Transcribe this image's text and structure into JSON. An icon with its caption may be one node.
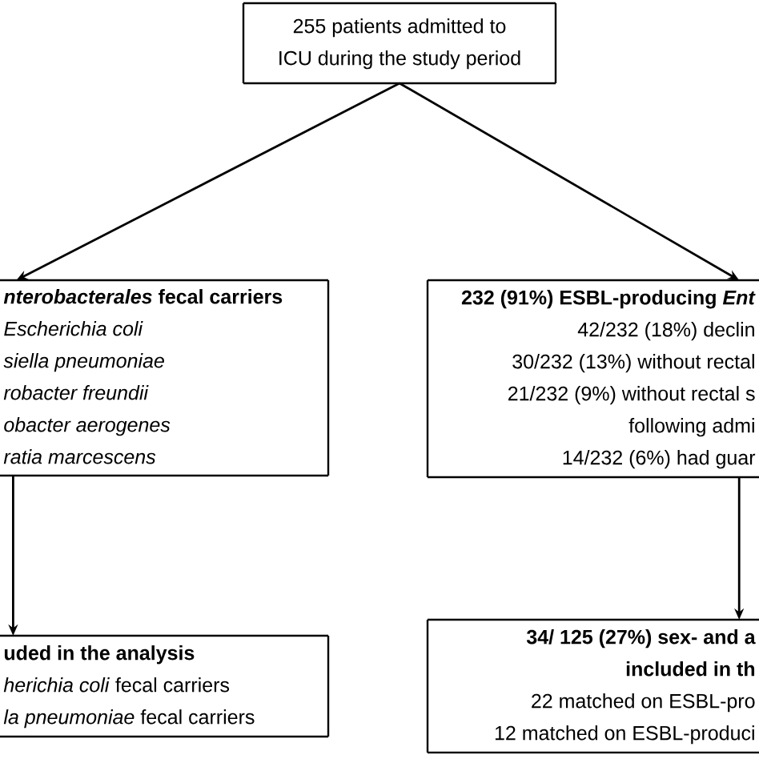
{
  "diagram": {
    "nodes": [
      {
        "text": [
          "255 patients admitted to",
          "ICU during the study period"
        ]
      },
      {
        "text": [
          "*nterobacterales* fecal carriers",
          "Escherichia coli",
          "siella pneumoniae",
          "robacter freundii",
          "obacter aerogenes",
          "ratia marcescens"
        ]
      },
      {
        "text": [
          "232 (91%) ESBL-producing *Ent*",
          "42/232 (18%) declin",
          "30/232 (13%) without rectal",
          "21/232 (9%) without rectal s",
          "following admi",
          "14/232 (6%) had guar"
        ]
      },
      {
        "text": [
          "uded in the analysis",
          "*herichia coli* fecal carriers",
          "*la pneumoniae* fecal carriers"
        ]
      },
      {
        "text": [
          "34/ 125 (27%) sex- and a",
          "included in th",
          "22 matched on ESBL-pro",
          "12 matched on ESBL-produci"
        ]
      }
    ],
    "edges": [
      {
        "from": 0,
        "to": 1,
        "arrow": "to"
      },
      {
        "from": 0,
        "to": 2,
        "arrow": "to"
      },
      {
        "from": 1,
        "to": 3,
        "arrow": "to"
      },
      {
        "from": 2,
        "to": 4,
        "arrow": "to"
      }
    ]
  }
}
